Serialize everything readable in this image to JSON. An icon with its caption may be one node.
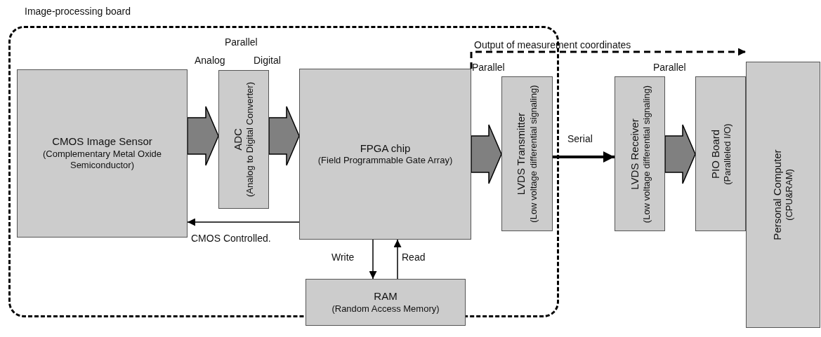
{
  "diagram": {
    "nodes": [
      {
        "text": [
          "Image-processing board"
        ]
      },
      {
        "text": [
          "CMOS Image Sensor",
          "(Complementary Metal Oxide Semiconductor)"
        ],
        "in": 0
      },
      {
        "text": [
          "ADC",
          "(Analog to Digital Converter)"
        ],
        "in": 0
      },
      {
        "text": [
          "FPGA chip",
          "(Field Programmable Gate Array)"
        ],
        "in": 0
      },
      {
        "text": [
          "RAM",
          "(Random Access Memory)"
        ],
        "in": 0
      },
      {
        "text": [
          "LVDS Transmitter",
          "(Low voltage differential signaling)"
        ],
        "in": 0
      },
      {
        "text": [
          "LVDS Receiver",
          "(Low voltage differential signaling)"
        ]
      },
      {
        "text": [
          "PIO Board",
          "(Paralleled I/O)"
        ]
      },
      {
        "text": [
          "Personal Computer",
          "(CPU&RAM)"
        ]
      }
    ],
    "edges": [
      {
        "from": 1,
        "to": 2,
        "arrow": "to",
        "style": "thick",
        "color": "#808080"
      },
      {
        "from": 2,
        "to": 3,
        "arrow": "to",
        "style": "thick",
        "color": "#808080"
      },
      {
        "from": 3,
        "to": 5,
        "arrow": "to",
        "style": "thick",
        "color": "#808080"
      },
      {
        "from": 5,
        "to": 6,
        "arrow": "to",
        "label": "Serial",
        "style": "thick"
      },
      {
        "from": 6,
        "to": 7,
        "arrow": "to",
        "style": "thick",
        "color": "#808080"
      },
      {
        "from": 3,
        "to": 1,
        "arrow": "to",
        "label": "CMOS Controlled."
      },
      {
        "from": 3,
        "to": 4,
        "arrow": "to",
        "label": "Write"
      },
      {
        "from": 4,
        "to": 3,
        "arrow": "to",
        "label": "Read"
      },
      {
        "from": 3,
        "to": 8,
        "arrow": "to",
        "label": "Output of measurement coordinates",
        "style": "dashed"
      }
    ],
    "labels": [
      "Parallel",
      "Analog",
      "Digital",
      "Parallel",
      "Parallel"
    ]
  }
}
